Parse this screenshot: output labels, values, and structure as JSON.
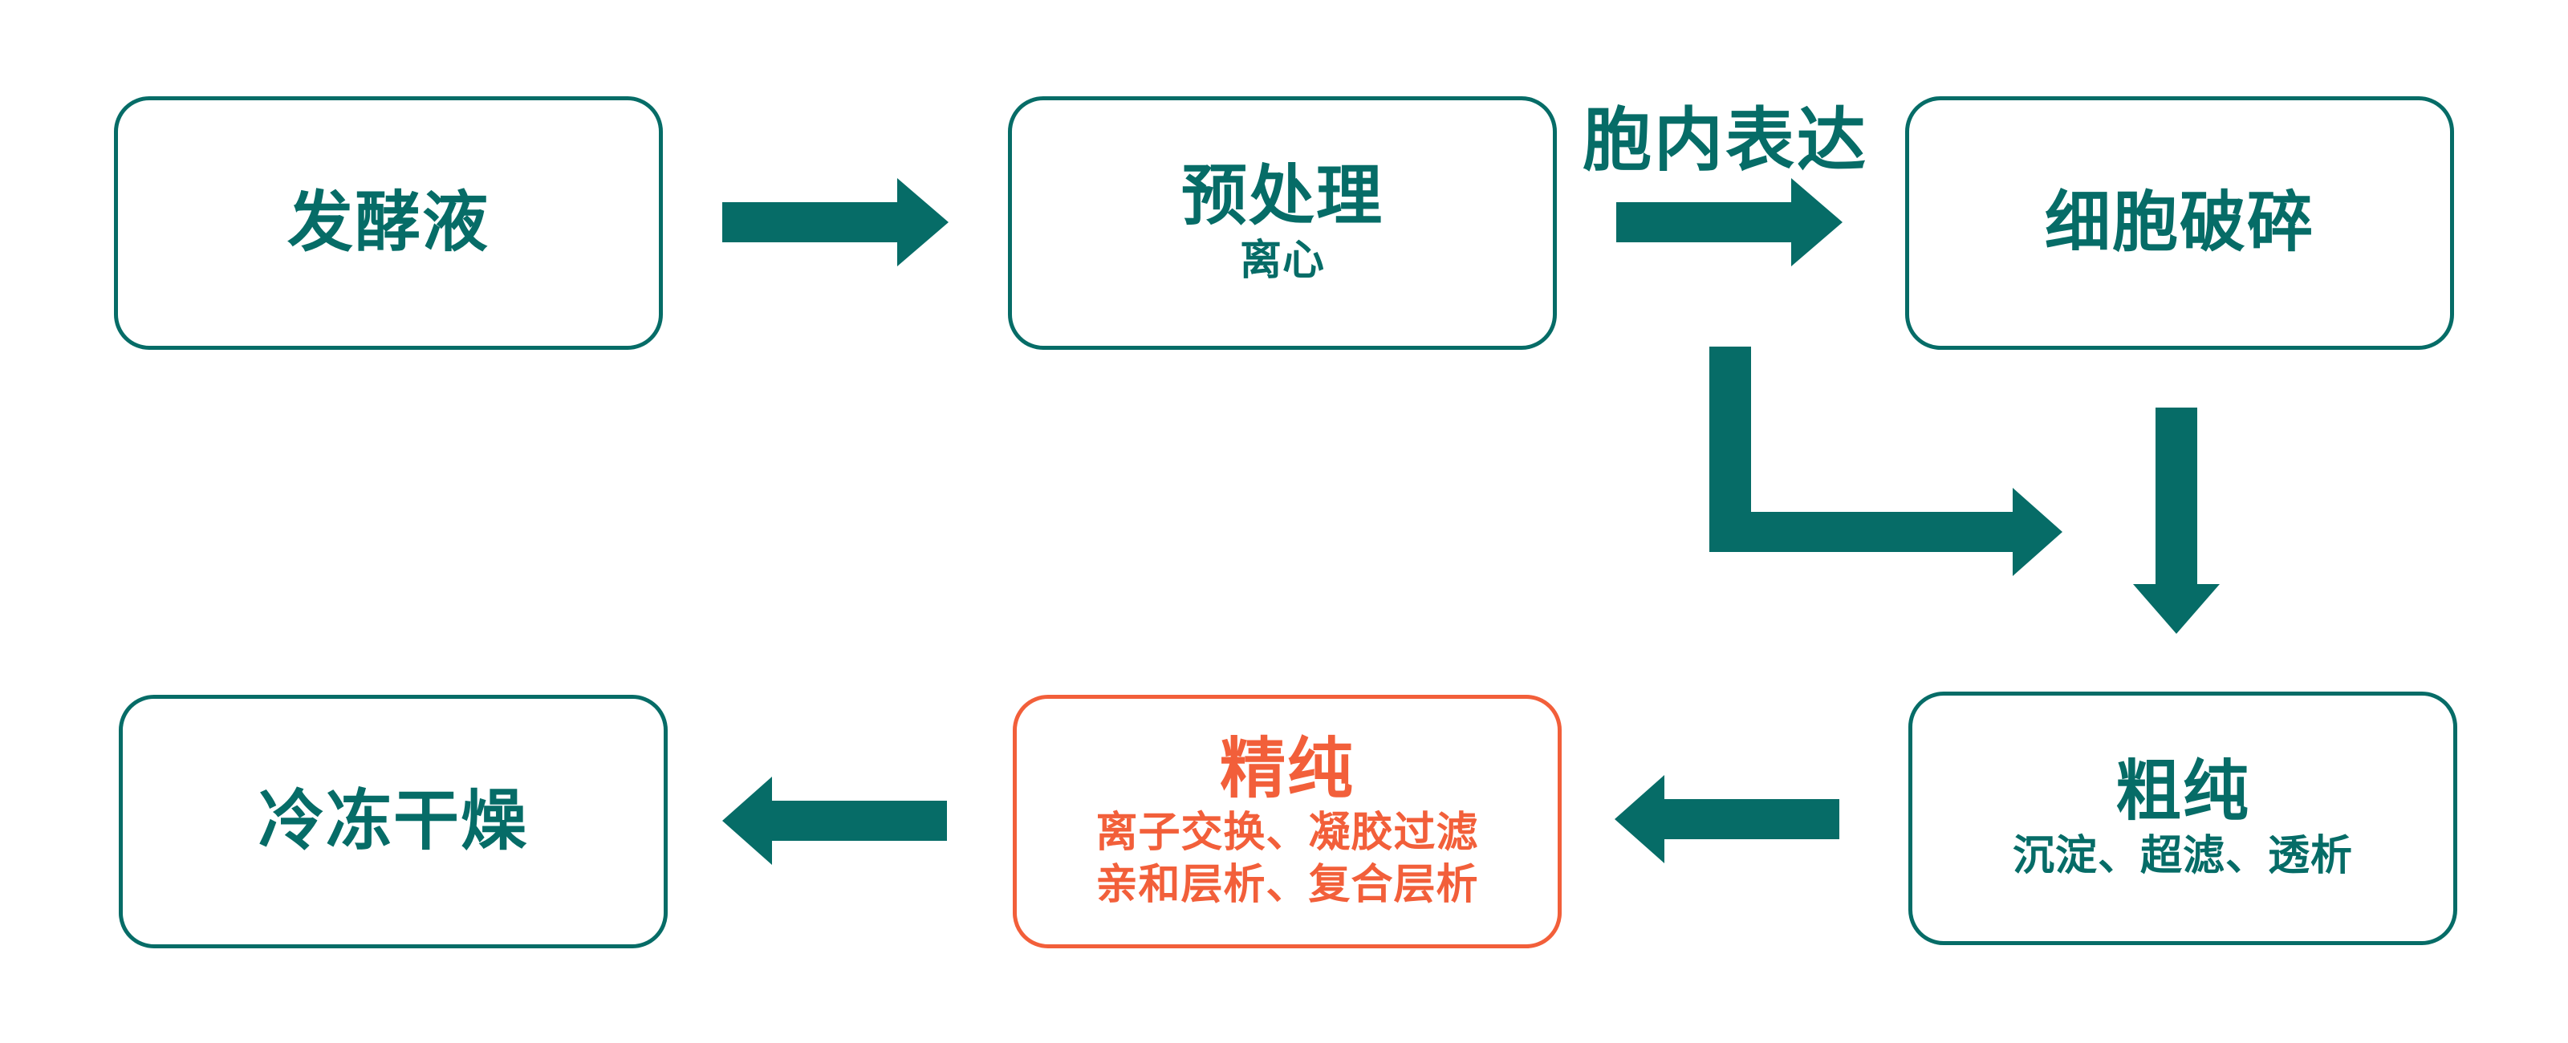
{
  "nodes": {
    "fermentation": {
      "title": "发酵液"
    },
    "pretreatment": {
      "title": "预处理",
      "detail": "离心"
    },
    "disruption": {
      "title": "细胞破碎"
    },
    "crude_purification": {
      "title": "粗纯",
      "detail": "沉淀、超滤、透析"
    },
    "fine_purification": {
      "title": "精纯",
      "detail_line1": "离子交换、凝胶过滤",
      "detail_line2": "亲和层析、复合层析"
    },
    "freeze_drying": {
      "title": "冷冻干燥"
    }
  },
  "edge_labels": {
    "intracellular": "胞内表达"
  },
  "colors": {
    "primary": "#066c67",
    "highlight": "#f25f3a",
    "background": "#ffffff"
  }
}
